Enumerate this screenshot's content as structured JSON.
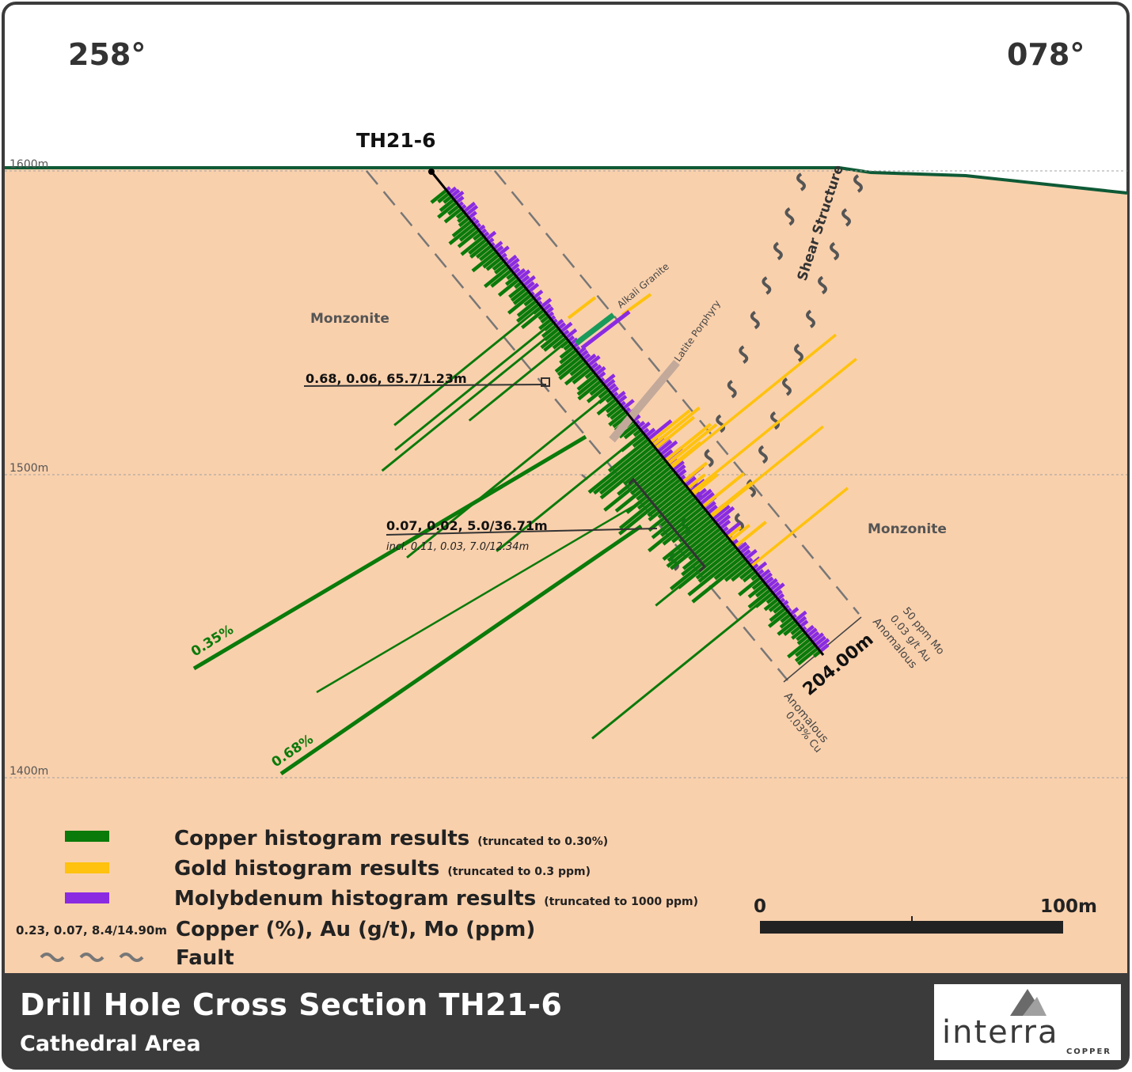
{
  "bearings": {
    "left": "258°",
    "right": "078°"
  },
  "drill_hole": {
    "name": "TH21-6",
    "end_depth": "204.00m"
  },
  "elevations": {
    "e1600": "1600m",
    "e1500": "1500m",
    "e1400": "1400m"
  },
  "rock_units": {
    "left": "Monzonite",
    "right": "Monzonite"
  },
  "intrusions": {
    "alkali_granite": "Alkali Granite",
    "latite_porphyry": "Latite Porphyry"
  },
  "structure": {
    "shear": "Shear Structure"
  },
  "intercepts": {
    "upper": "0.68, 0.06, 65.7/1.23m",
    "lower": "0.07, 0.02, 5.0/36.71m",
    "lower_incl": "incl. 0.11, 0.03, 7.0/12.34m"
  },
  "grade_labels": {
    "a": "0.35%",
    "b": "0.68%"
  },
  "anomaly_labels": {
    "left_line1": "Anomalous",
    "left_line2": "0.03% Cu",
    "right_line1": "50 ppm Mo",
    "right_line2": "0.03 g/t Au",
    "right_line3": "Anomalous"
  },
  "legend": {
    "copper": {
      "label": "Copper histogram results",
      "note": "(truncated to 0.30%)",
      "color": "#0a7a0a"
    },
    "gold": {
      "label": "Gold histogram results",
      "note": "(truncated to 0.3 ppm)",
      "color": "#ffc20e"
    },
    "moly": {
      "label": "Molybdenum histogram results",
      "note": "(truncated to 1000 ppm)",
      "color": "#8a2be2"
    },
    "format_example": "0.23, 0.07, 8.4/14.90m",
    "format_label": "Copper (%), Au (g/t), Mo (ppm)",
    "fault_label": "Fault"
  },
  "scale_bar": {
    "start": "0",
    "end": "100m"
  },
  "footer": {
    "title": "Drill Hole Cross Section TH21-6",
    "subtitle": "Cathedral Area"
  },
  "logo": {
    "word": "interra",
    "sub": "COPPER"
  },
  "colors": {
    "background": "#f9d0ac",
    "topo_line": "#0f5a36",
    "copper": "#0a7a0a",
    "gold": "#ffc20e",
    "moly": "#8a2be2"
  }
}
